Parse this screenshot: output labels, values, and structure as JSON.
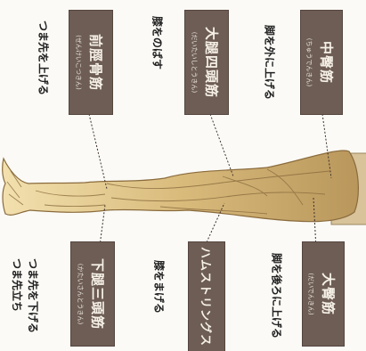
{
  "muscles": [
    {
      "id": "gluteus-medius",
      "name": "中臀筋",
      "reading": "(ちゅうでんきん)",
      "action": "脚を外に上げる"
    },
    {
      "id": "quadriceps",
      "name": "大腿四頭筋",
      "reading": "(だいたいしとうきん)",
      "action": "膝をのばす"
    },
    {
      "id": "tibialis-anterior",
      "name": "前脛骨筋",
      "reading": "(ぜんけいこつきん)",
      "action": "つま先を上げる"
    },
    {
      "id": "gluteus-maximus",
      "name": "大臀筋",
      "reading": "(だいでんきん)",
      "action": "脚を後ろに上げる"
    },
    {
      "id": "hamstrings",
      "name": "ハムストリングス",
      "reading": "",
      "action": "膝をまげる"
    },
    {
      "id": "triceps-surae",
      "name": "下腿三頭筋",
      "reading": "(かたいさんとうきん)",
      "action": "つま先を下げる\nつま先立ち"
    }
  ],
  "colors": {
    "box": "#6d5d55",
    "muscle": "#c9b07a",
    "skin": "#e8cf93"
  }
}
